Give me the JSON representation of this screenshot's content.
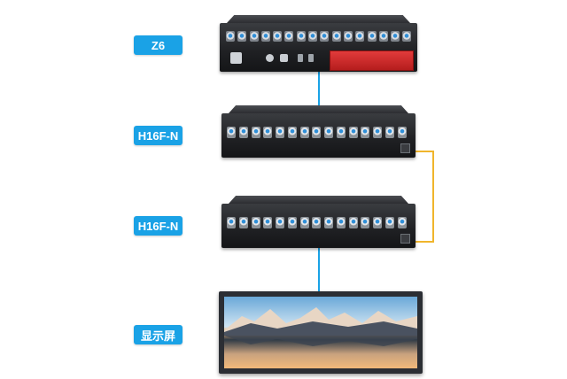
{
  "labels": {
    "z6": "Z6",
    "hub1": "H16F-N",
    "hub2": "H16F-N",
    "display": "显示屏"
  },
  "colors": {
    "accent": "#1aa2e6",
    "link_orange": "#f0b52c",
    "device_body": "#1f2023"
  }
}
